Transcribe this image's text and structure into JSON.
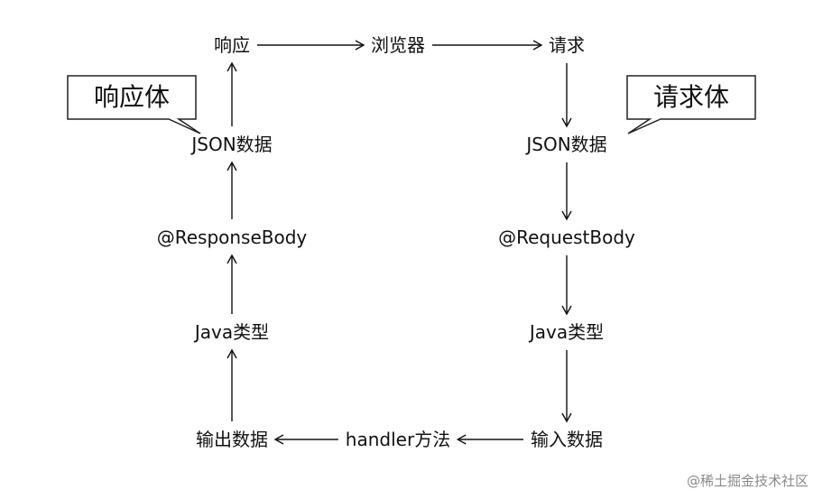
{
  "diagram": {
    "nodes": {
      "response": "响应",
      "browser": "浏览器",
      "request": "请求",
      "json_left": "JSON数据",
      "json_right": "JSON数据",
      "response_body": "@ResponseBody",
      "request_body": "@RequestBody",
      "java_left": "Java类型",
      "java_right": "Java类型",
      "output_data": "输出数据",
      "handler": "handler方法",
      "input_data": "输入数据"
    },
    "edges": [
      {
        "from": "response",
        "to": "browser"
      },
      {
        "from": "browser",
        "to": "request"
      },
      {
        "from": "request",
        "to": "json_right"
      },
      {
        "from": "json_right",
        "to": "request_body"
      },
      {
        "from": "request_body",
        "to": "java_right"
      },
      {
        "from": "java_right",
        "to": "input_data"
      },
      {
        "from": "input_data",
        "to": "handler"
      },
      {
        "from": "handler",
        "to": "output_data"
      },
      {
        "from": "output_data",
        "to": "java_left"
      },
      {
        "from": "java_left",
        "to": "response_body"
      },
      {
        "from": "response_body",
        "to": "json_left"
      },
      {
        "from": "json_left",
        "to": "response"
      }
    ],
    "callouts": {
      "left": "响应体",
      "right": "请求体"
    }
  },
  "watermark": "@稀土掘金技术社区"
}
